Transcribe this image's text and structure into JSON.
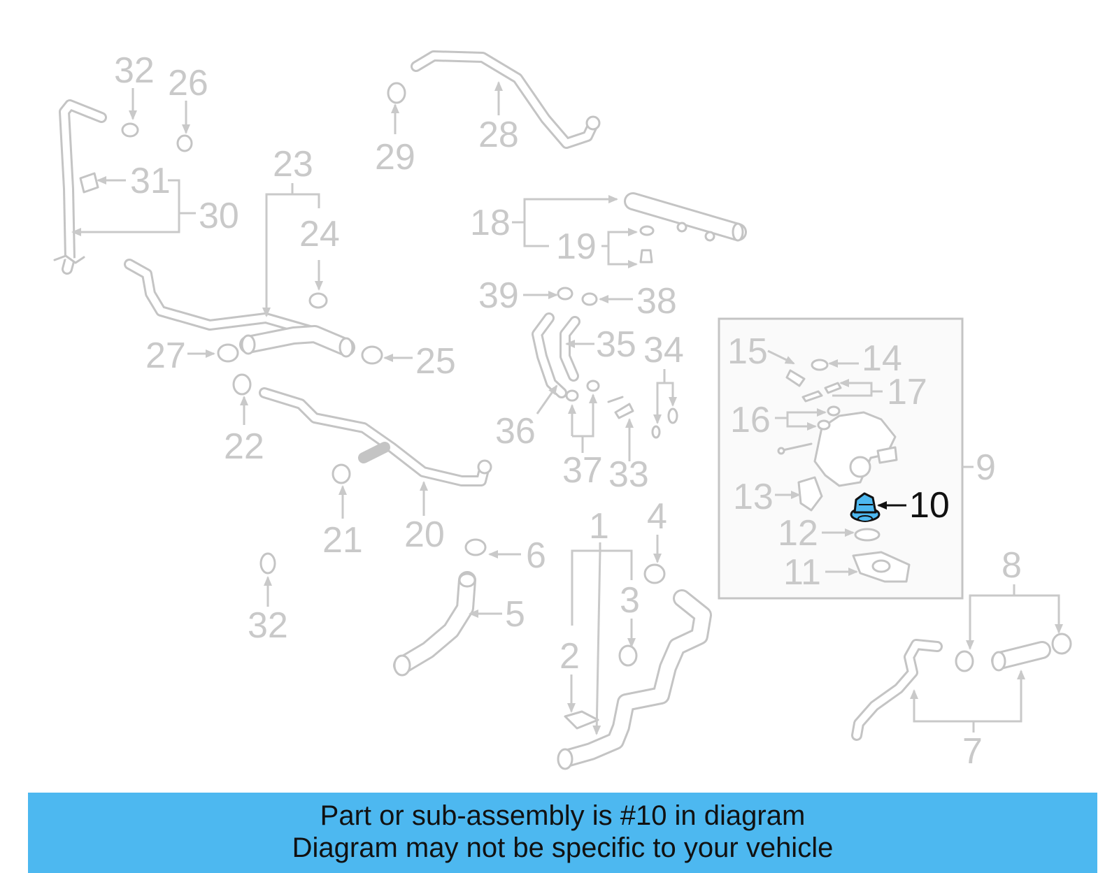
{
  "callouts": {
    "c1": "1",
    "c2": "2",
    "c3": "3",
    "c4": "4",
    "c5": "5",
    "c6": "6",
    "c7": "7",
    "c8": "8",
    "c9": "9",
    "c10": "10",
    "c11": "11",
    "c12": "12",
    "c13": "13",
    "c14": "14",
    "c15": "15",
    "c16": "16",
    "c17": "17",
    "c18": "18",
    "c19": "19",
    "c20": "20",
    "c21": "21",
    "c22": "22",
    "c23": "23",
    "c24": "24",
    "c25": "25",
    "c26": "26",
    "c27": "27",
    "c28": "28",
    "c29": "29",
    "c30": "30",
    "c31": "31",
    "c32a": "32",
    "c32b": "32",
    "c33": "33",
    "c34": "34",
    "c35": "35",
    "c36": "36",
    "c37": "37",
    "c38": "38",
    "c39": "39"
  },
  "highlight": {
    "part_number": "10",
    "color": "#4db8f0"
  },
  "banner": {
    "line1": "Part or sub-assembly is #10 in diagram",
    "line2": "Diagram may not be specific to your vehicle",
    "color": "#4db8f0"
  }
}
